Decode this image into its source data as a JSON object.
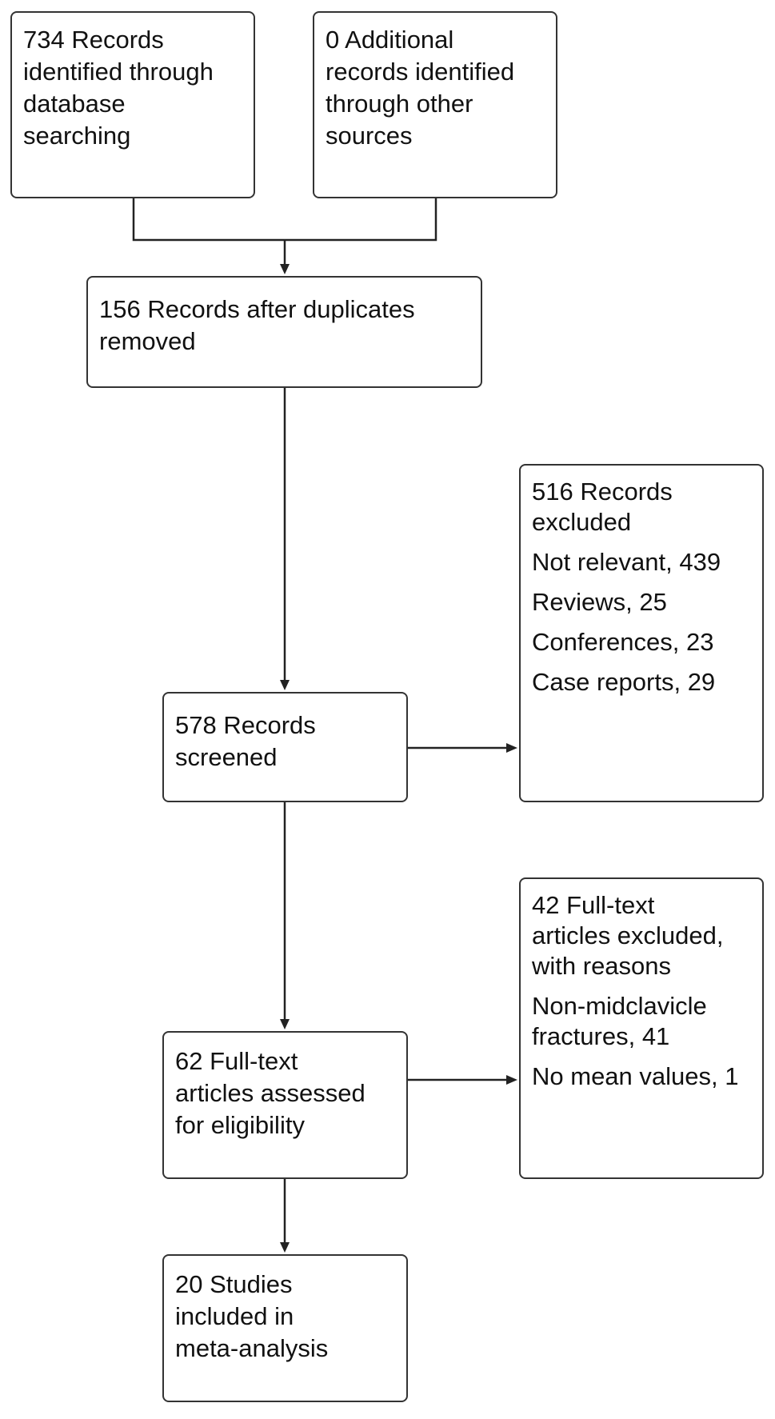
{
  "boxes": {
    "identified_db": {
      "lines": [
        "734 Records",
        "identified through",
        "database",
        "searching"
      ]
    },
    "identified_other": {
      "lines": [
        "0 Additional",
        "records identified",
        "through other",
        "sources"
      ]
    },
    "after_duplicates": {
      "lines": [
        "156 Records after duplicates",
        "removed"
      ]
    },
    "screened": {
      "lines": [
        "578 Records",
        "screened"
      ]
    },
    "records_excluded": {
      "title_lines": [
        "516 Records",
        "excluded"
      ],
      "reasons": [
        "Not relevant, 439",
        "Reviews, 25",
        "Conferences, 23",
        "Case reports, 29"
      ]
    },
    "fulltext_assessed": {
      "lines": [
        "62 Full-text",
        "articles assessed",
        "for eligibility"
      ]
    },
    "fulltext_excluded": {
      "title_lines": [
        "42 Full-text",
        "articles excluded,",
        "with reasons"
      ],
      "reasons": [
        [
          "Non-midclavicle",
          "fractures, 41"
        ],
        [
          "No mean values, 1"
        ]
      ]
    },
    "included": {
      "lines": [
        "20 Studies",
        "included in",
        "meta-analysis"
      ]
    }
  }
}
